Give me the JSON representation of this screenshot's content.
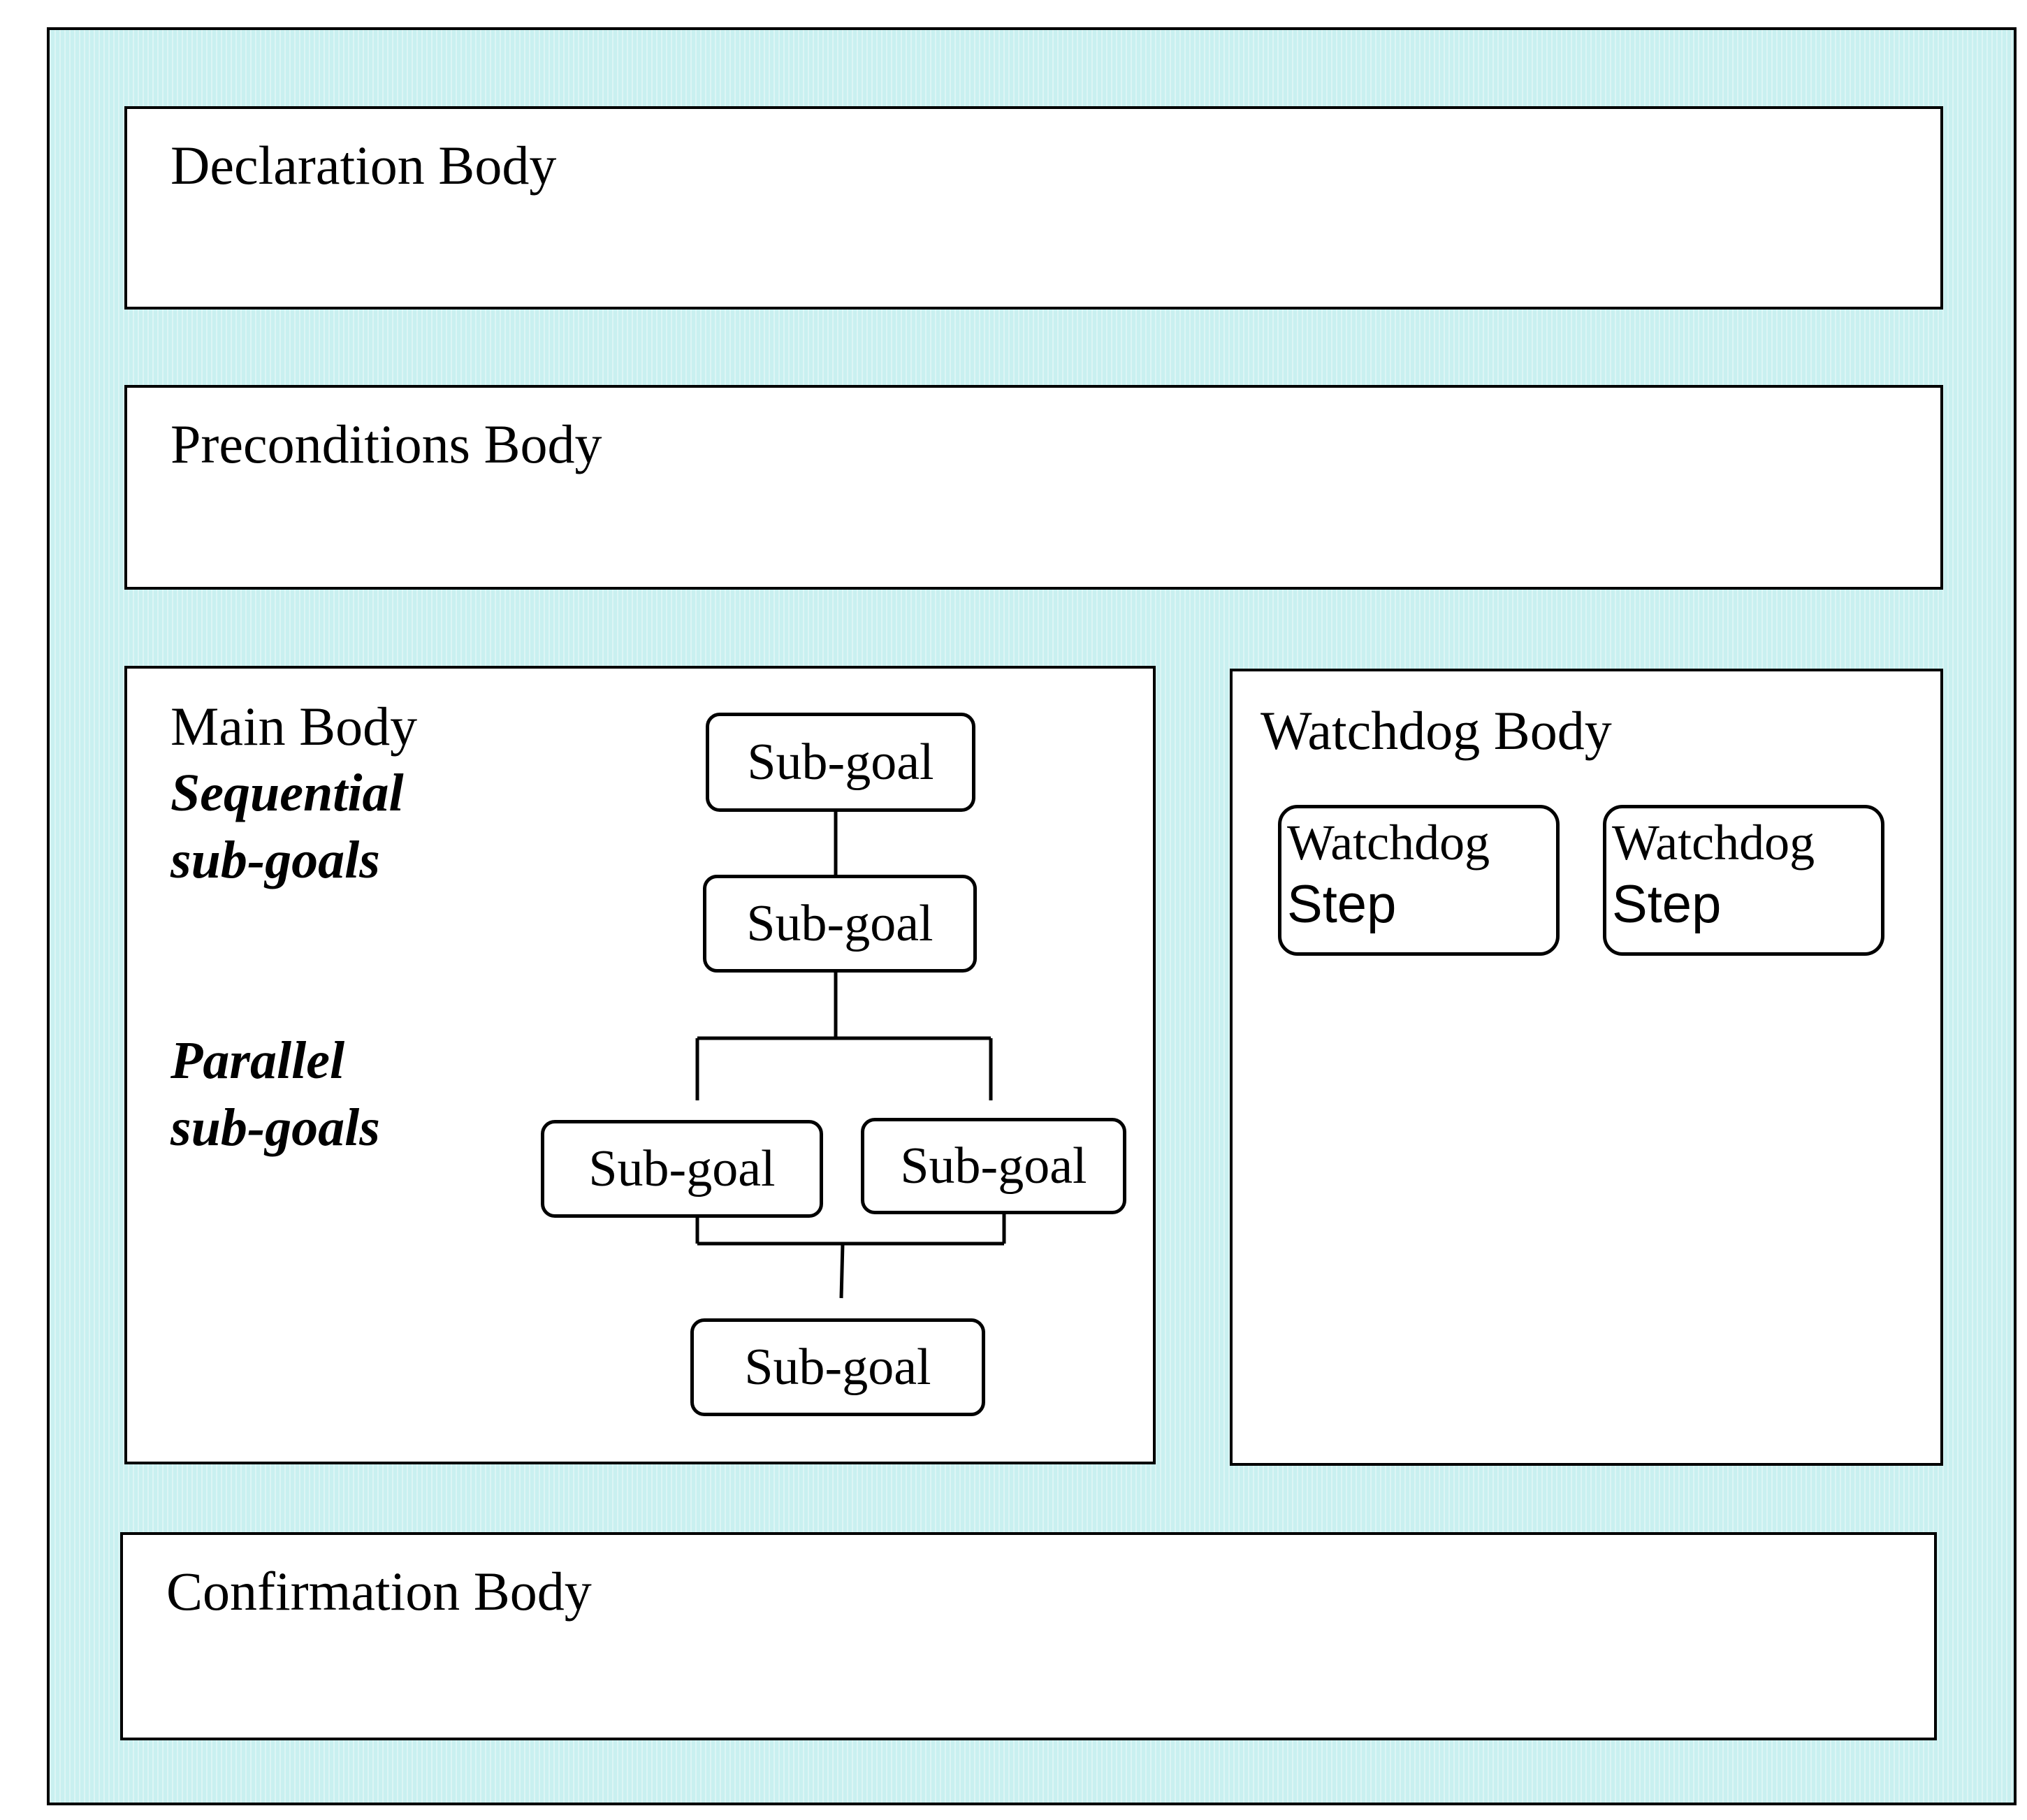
{
  "declaration": {
    "title": "Declaration Body"
  },
  "preconditions": {
    "title": "Preconditions Body"
  },
  "main": {
    "title": "Main Body",
    "sequential_label": [
      "Sequential",
      "sub-goals"
    ],
    "parallel_label": [
      "Parallel",
      "sub-goals"
    ],
    "subgoals": [
      "Sub-goal",
      "Sub-goal",
      "Sub-goal",
      "Sub-goal",
      "Sub-goal"
    ]
  },
  "watchdog": {
    "title": "Watchdog Body",
    "steps": [
      {
        "line1": "Watchdog",
        "line2": "Step"
      },
      {
        "line1": "Watchdog",
        "line2": "Step"
      }
    ]
  },
  "confirmation": {
    "title": "Confirmation Body"
  },
  "colors": {
    "frame_fill": "#c9f0f0",
    "stroke": "#000000",
    "panel_fill": "#ffffff"
  }
}
